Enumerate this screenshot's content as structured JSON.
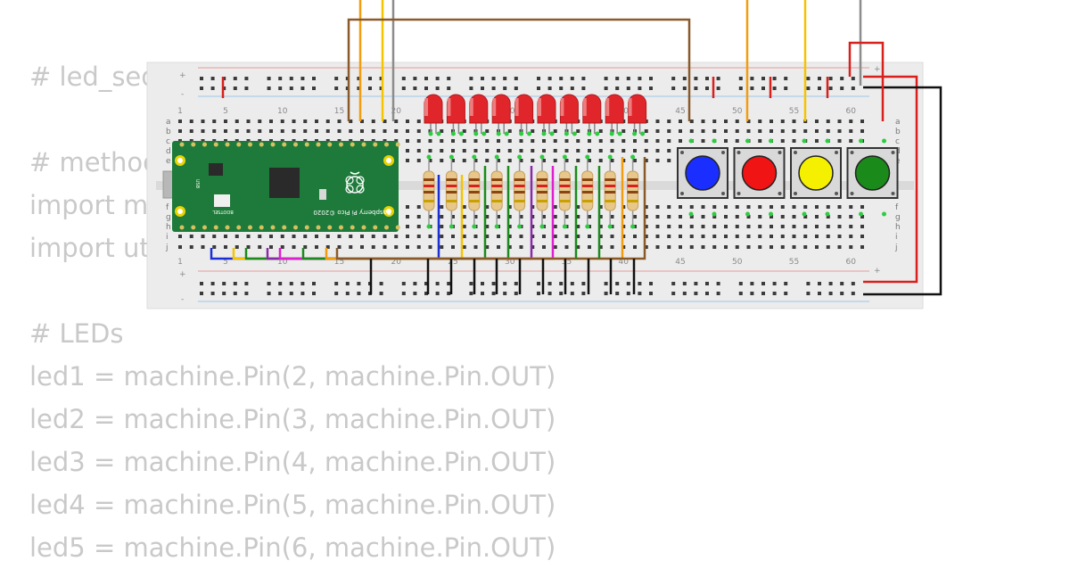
{
  "code_lines": [
    "# led_sequence.py",
    "",
    "# methods",
    "import machine",
    "import utime",
    "",
    "# LEDs",
    "led1 = machine.Pin(2, machine.Pin.OUT)",
    "led2 = machine.Pin(3, machine.Pin.OUT)",
    "led3 = machine.Pin(4, machine.Pin.OUT)",
    "led4 = machine.Pin(5, machine.Pin.OUT)",
    "led5 = machine.Pin(6, machine.Pin.OUT)"
  ],
  "breadboard": {
    "column_labels": [
      "1",
      "5",
      "10",
      "15",
      "20",
      "25",
      "30",
      "35",
      "40",
      "45",
      "50",
      "55",
      "60"
    ],
    "row_letters_top": [
      "a",
      "b",
      "c",
      "d",
      "e"
    ],
    "row_letters_bottom": [
      "f",
      "g",
      "h",
      "i",
      "j"
    ],
    "rail_plus": "+",
    "rail_minus": "-"
  },
  "pico": {
    "board_label": "Raspberry Pi Pico ©2020",
    "bootsel_label": "BOOTSEL",
    "usb_label": "USB"
  },
  "leds": {
    "count": 10,
    "color": "#e0262b"
  },
  "resistors": {
    "count": 10
  },
  "buttons": [
    {
      "name": "blue",
      "color": "#1a2fff"
    },
    {
      "name": "red",
      "color": "#f01414"
    },
    {
      "name": "yellow",
      "color": "#f4f000"
    },
    {
      "name": "green",
      "color": "#1a8a1a"
    }
  ],
  "colors": {
    "board_bg": "#efefef",
    "pico_green": "#1e7a3a",
    "wire_orange": "#f29d0f",
    "wire_yellow": "#f5c400",
    "wire_gray": "#8c8c8c",
    "wire_brown": "#8b5a2b",
    "wire_red": "#d8201e",
    "wire_black": "#111111",
    "wire_blue": "#1b2fd4",
    "wire_green": "#1c8a1c",
    "wire_purple": "#8a2aa8",
    "wire_magenta": "#e020d0"
  }
}
